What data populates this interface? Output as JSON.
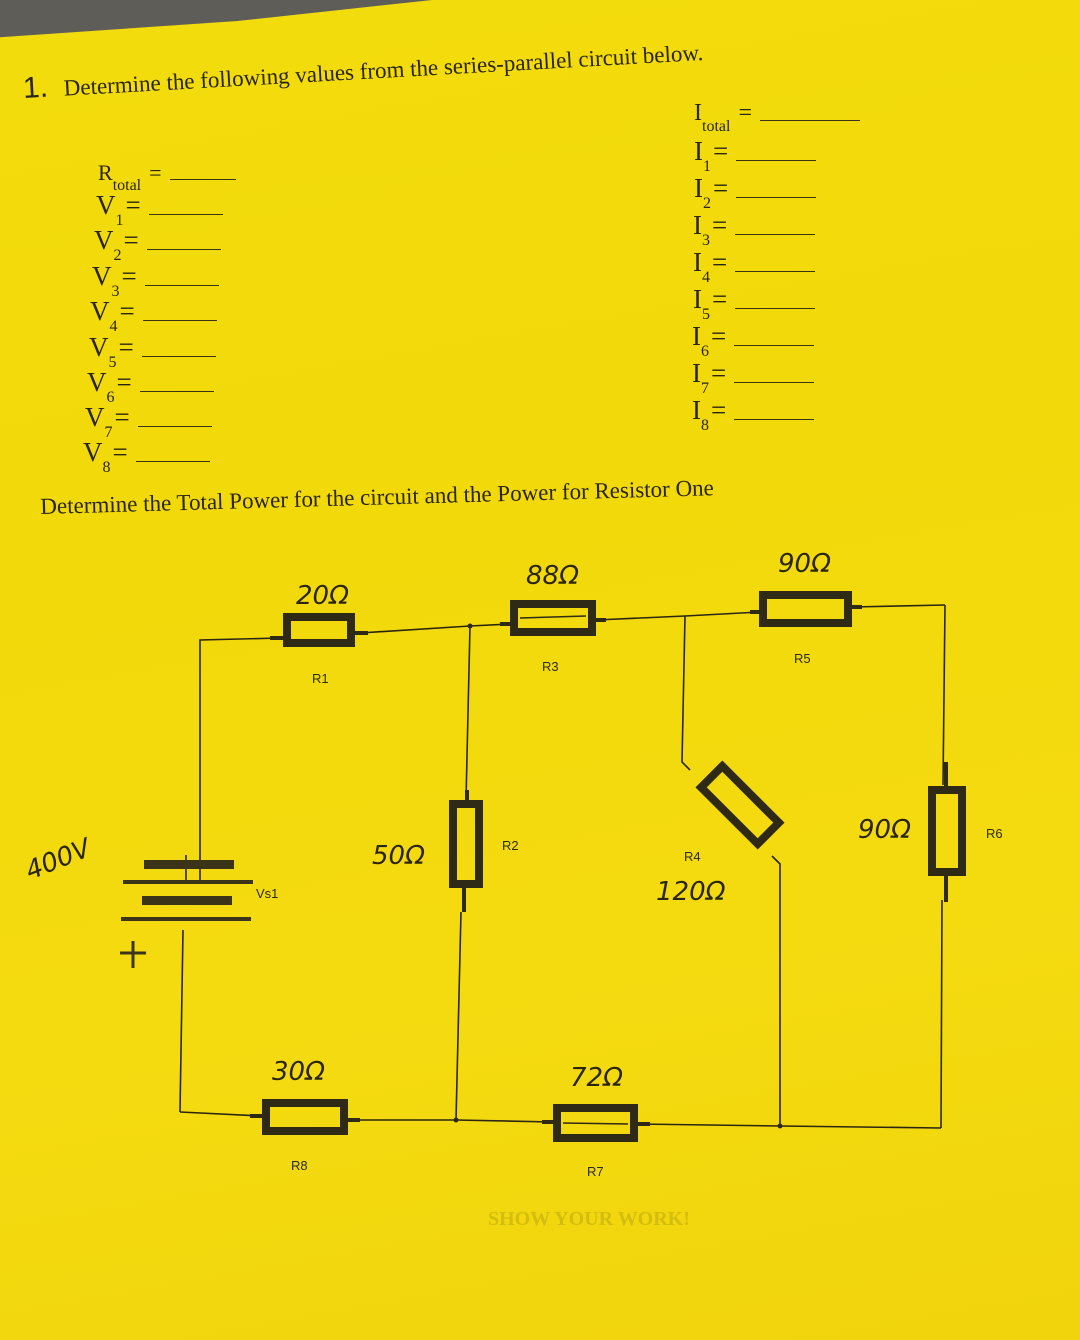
{
  "problem": {
    "number": "1.",
    "instruction": "Determine the following values from the series-parallel circuit below.",
    "power_instruction": "Determine the Total Power for the circuit and the Power for Resistor One"
  },
  "left_fields": [
    {
      "symbol": "R",
      "sub": "total",
      "eq": "="
    },
    {
      "symbol": "V",
      "sub": "1",
      "eq": "="
    },
    {
      "symbol": "V",
      "sub": "2",
      "eq": "="
    },
    {
      "symbol": "V",
      "sub": "3",
      "eq": "="
    },
    {
      "symbol": "V",
      "sub": "4",
      "eq": "="
    },
    {
      "symbol": "V",
      "sub": "5",
      "eq": "="
    },
    {
      "symbol": "V",
      "sub": "6",
      "eq": "="
    },
    {
      "symbol": "V",
      "sub": "7",
      "eq": "="
    },
    {
      "symbol": "V",
      "sub": "8",
      "eq": "="
    }
  ],
  "right_fields": [
    {
      "symbol": "I",
      "sub": "total",
      "eq": "="
    },
    {
      "symbol": "I",
      "sub": "1",
      "eq": "="
    },
    {
      "symbol": "I",
      "sub": "2",
      "eq": "="
    },
    {
      "symbol": "I",
      "sub": "3",
      "eq": "="
    },
    {
      "symbol": "I",
      "sub": "4",
      "eq": "="
    },
    {
      "symbol": "I",
      "sub": "5",
      "eq": "="
    },
    {
      "symbol": "I",
      "sub": "6",
      "eq": "="
    },
    {
      "symbol": "I",
      "sub": "7",
      "eq": "="
    },
    {
      "symbol": "I",
      "sub": "8",
      "eq": "="
    }
  ],
  "circuit": {
    "source": {
      "label": "Vs1",
      "value": "400V",
      "polarity": "+"
    },
    "resistors": {
      "R1": {
        "label": "R1",
        "value": "20Ω"
      },
      "R2": {
        "label": "R2",
        "value": "50Ω"
      },
      "R3": {
        "label": "R3",
        "value": "88Ω"
      },
      "R4": {
        "label": "R4",
        "value": "120Ω"
      },
      "R5": {
        "label": "R5",
        "value": "90Ω"
      },
      "R6": {
        "label": "R6",
        "value": "90Ω"
      },
      "R7": {
        "label": "R7",
        "value": "72Ω"
      },
      "R8": {
        "label": "R8",
        "value": "30Ω"
      }
    }
  },
  "footer_faint": "SHOW YOUR WORK!"
}
